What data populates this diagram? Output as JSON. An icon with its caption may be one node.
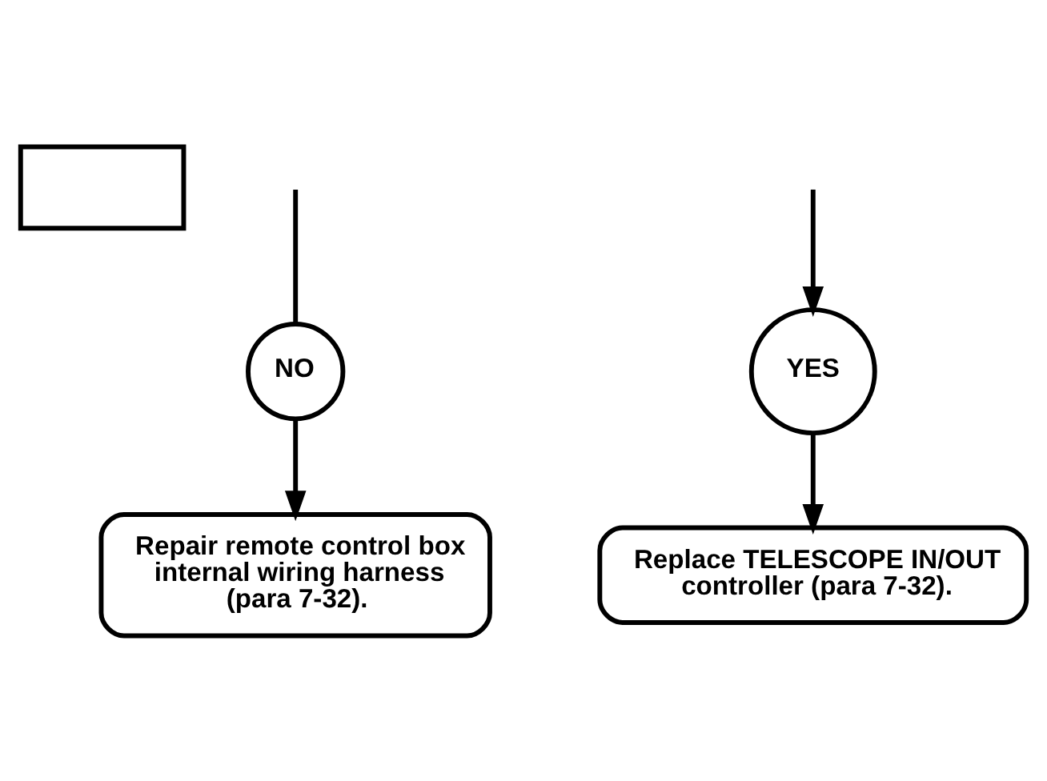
{
  "diagram": {
    "nodes": [
      {
        "text": [],
        "shape": "box"
      },
      {
        "text": [
          "NO"
        ]
      },
      {
        "text": [
          "YES"
        ]
      },
      {
        "text": [
          "Repair remote control box internal wiring harness (para 7-32)."
        ]
      },
      {
        "text": [
          "Replace TELESCOPE IN/OUT controller (para 7-32)."
        ]
      }
    ],
    "edges": [
      {
        "from": null,
        "to": 2,
        "arrow": "to"
      },
      {
        "from": null,
        "to": 1,
        "arrow": "none"
      },
      {
        "from": 1,
        "to": 3,
        "arrow": "to"
      },
      {
        "from": 2,
        "to": 4,
        "arrow": "to"
      }
    ]
  }
}
